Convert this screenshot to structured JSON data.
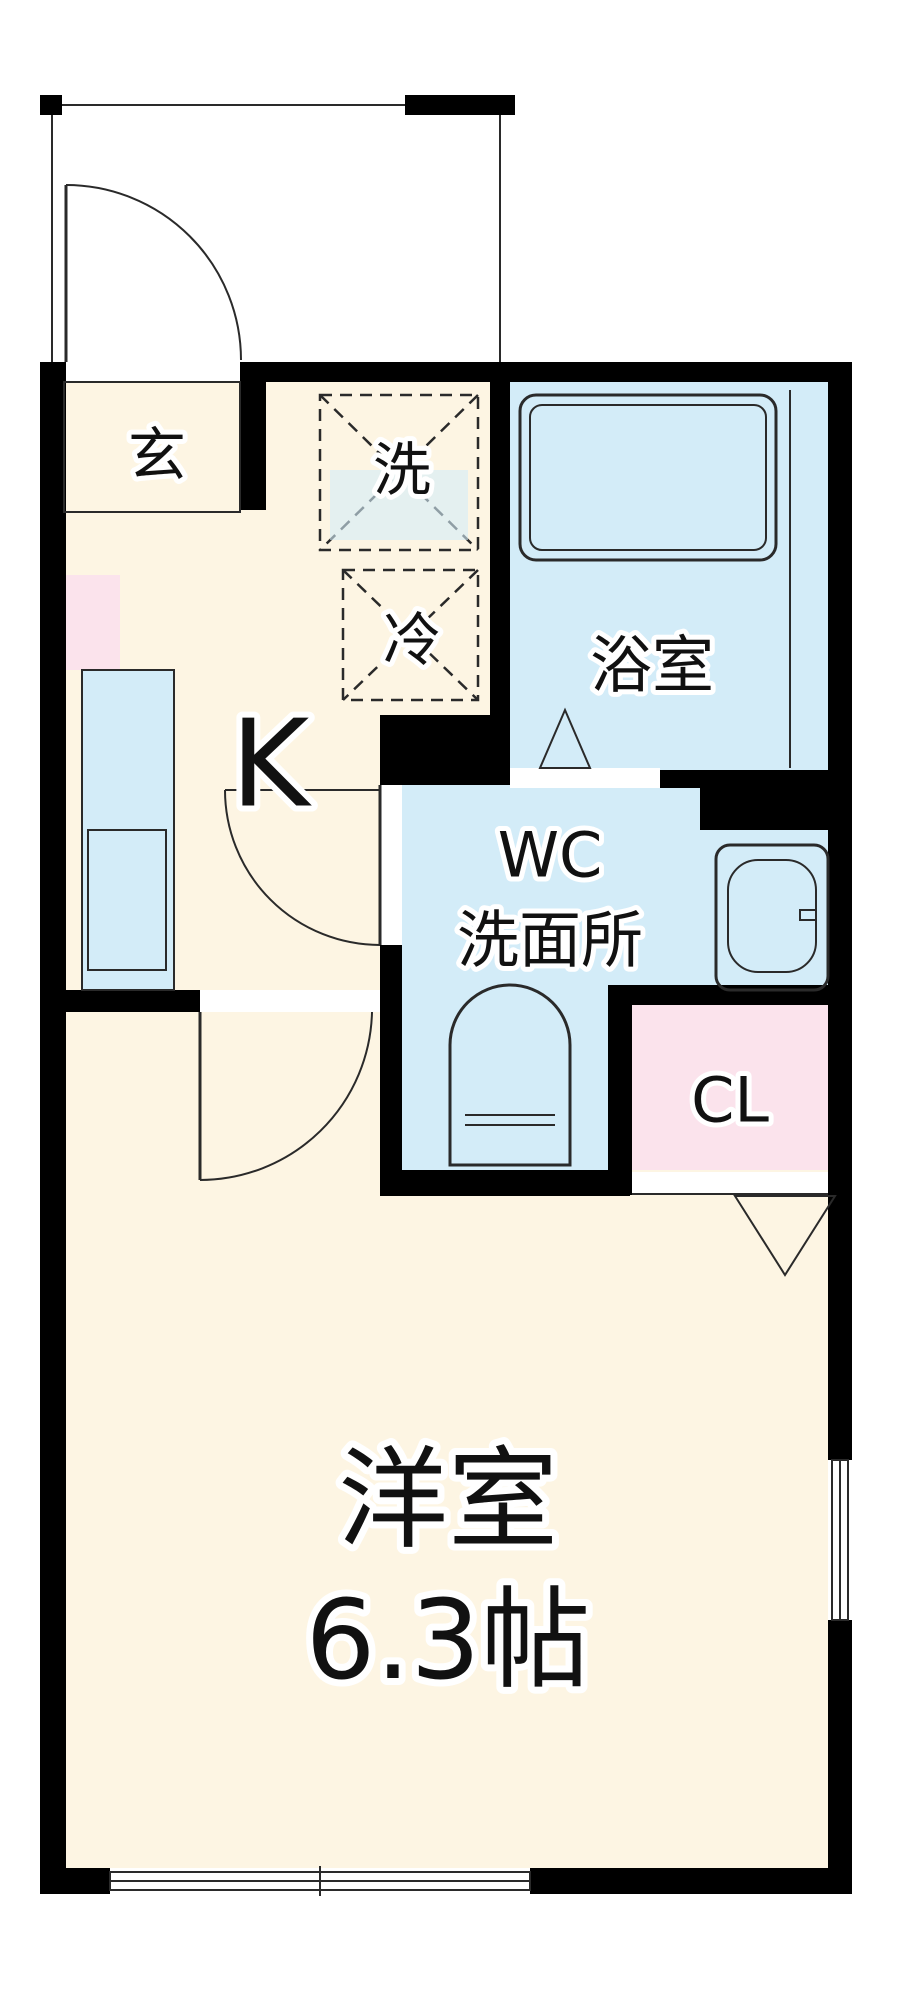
{
  "colors": {
    "wall": "#000000",
    "living_floor": "#fdf5e3",
    "wet_area": "#d3ecf8",
    "closet": "#fbe3ec",
    "white": "#ffffff"
  },
  "rooms": {
    "entrance": "玄",
    "washer": "洗",
    "fridge": "冷",
    "kitchen": "K",
    "bathroom": "浴室",
    "wc_line1": "WC",
    "wc_line2": "洗面所",
    "closet": "CL",
    "western_room": "洋室",
    "western_room_size": "6.3帖"
  }
}
